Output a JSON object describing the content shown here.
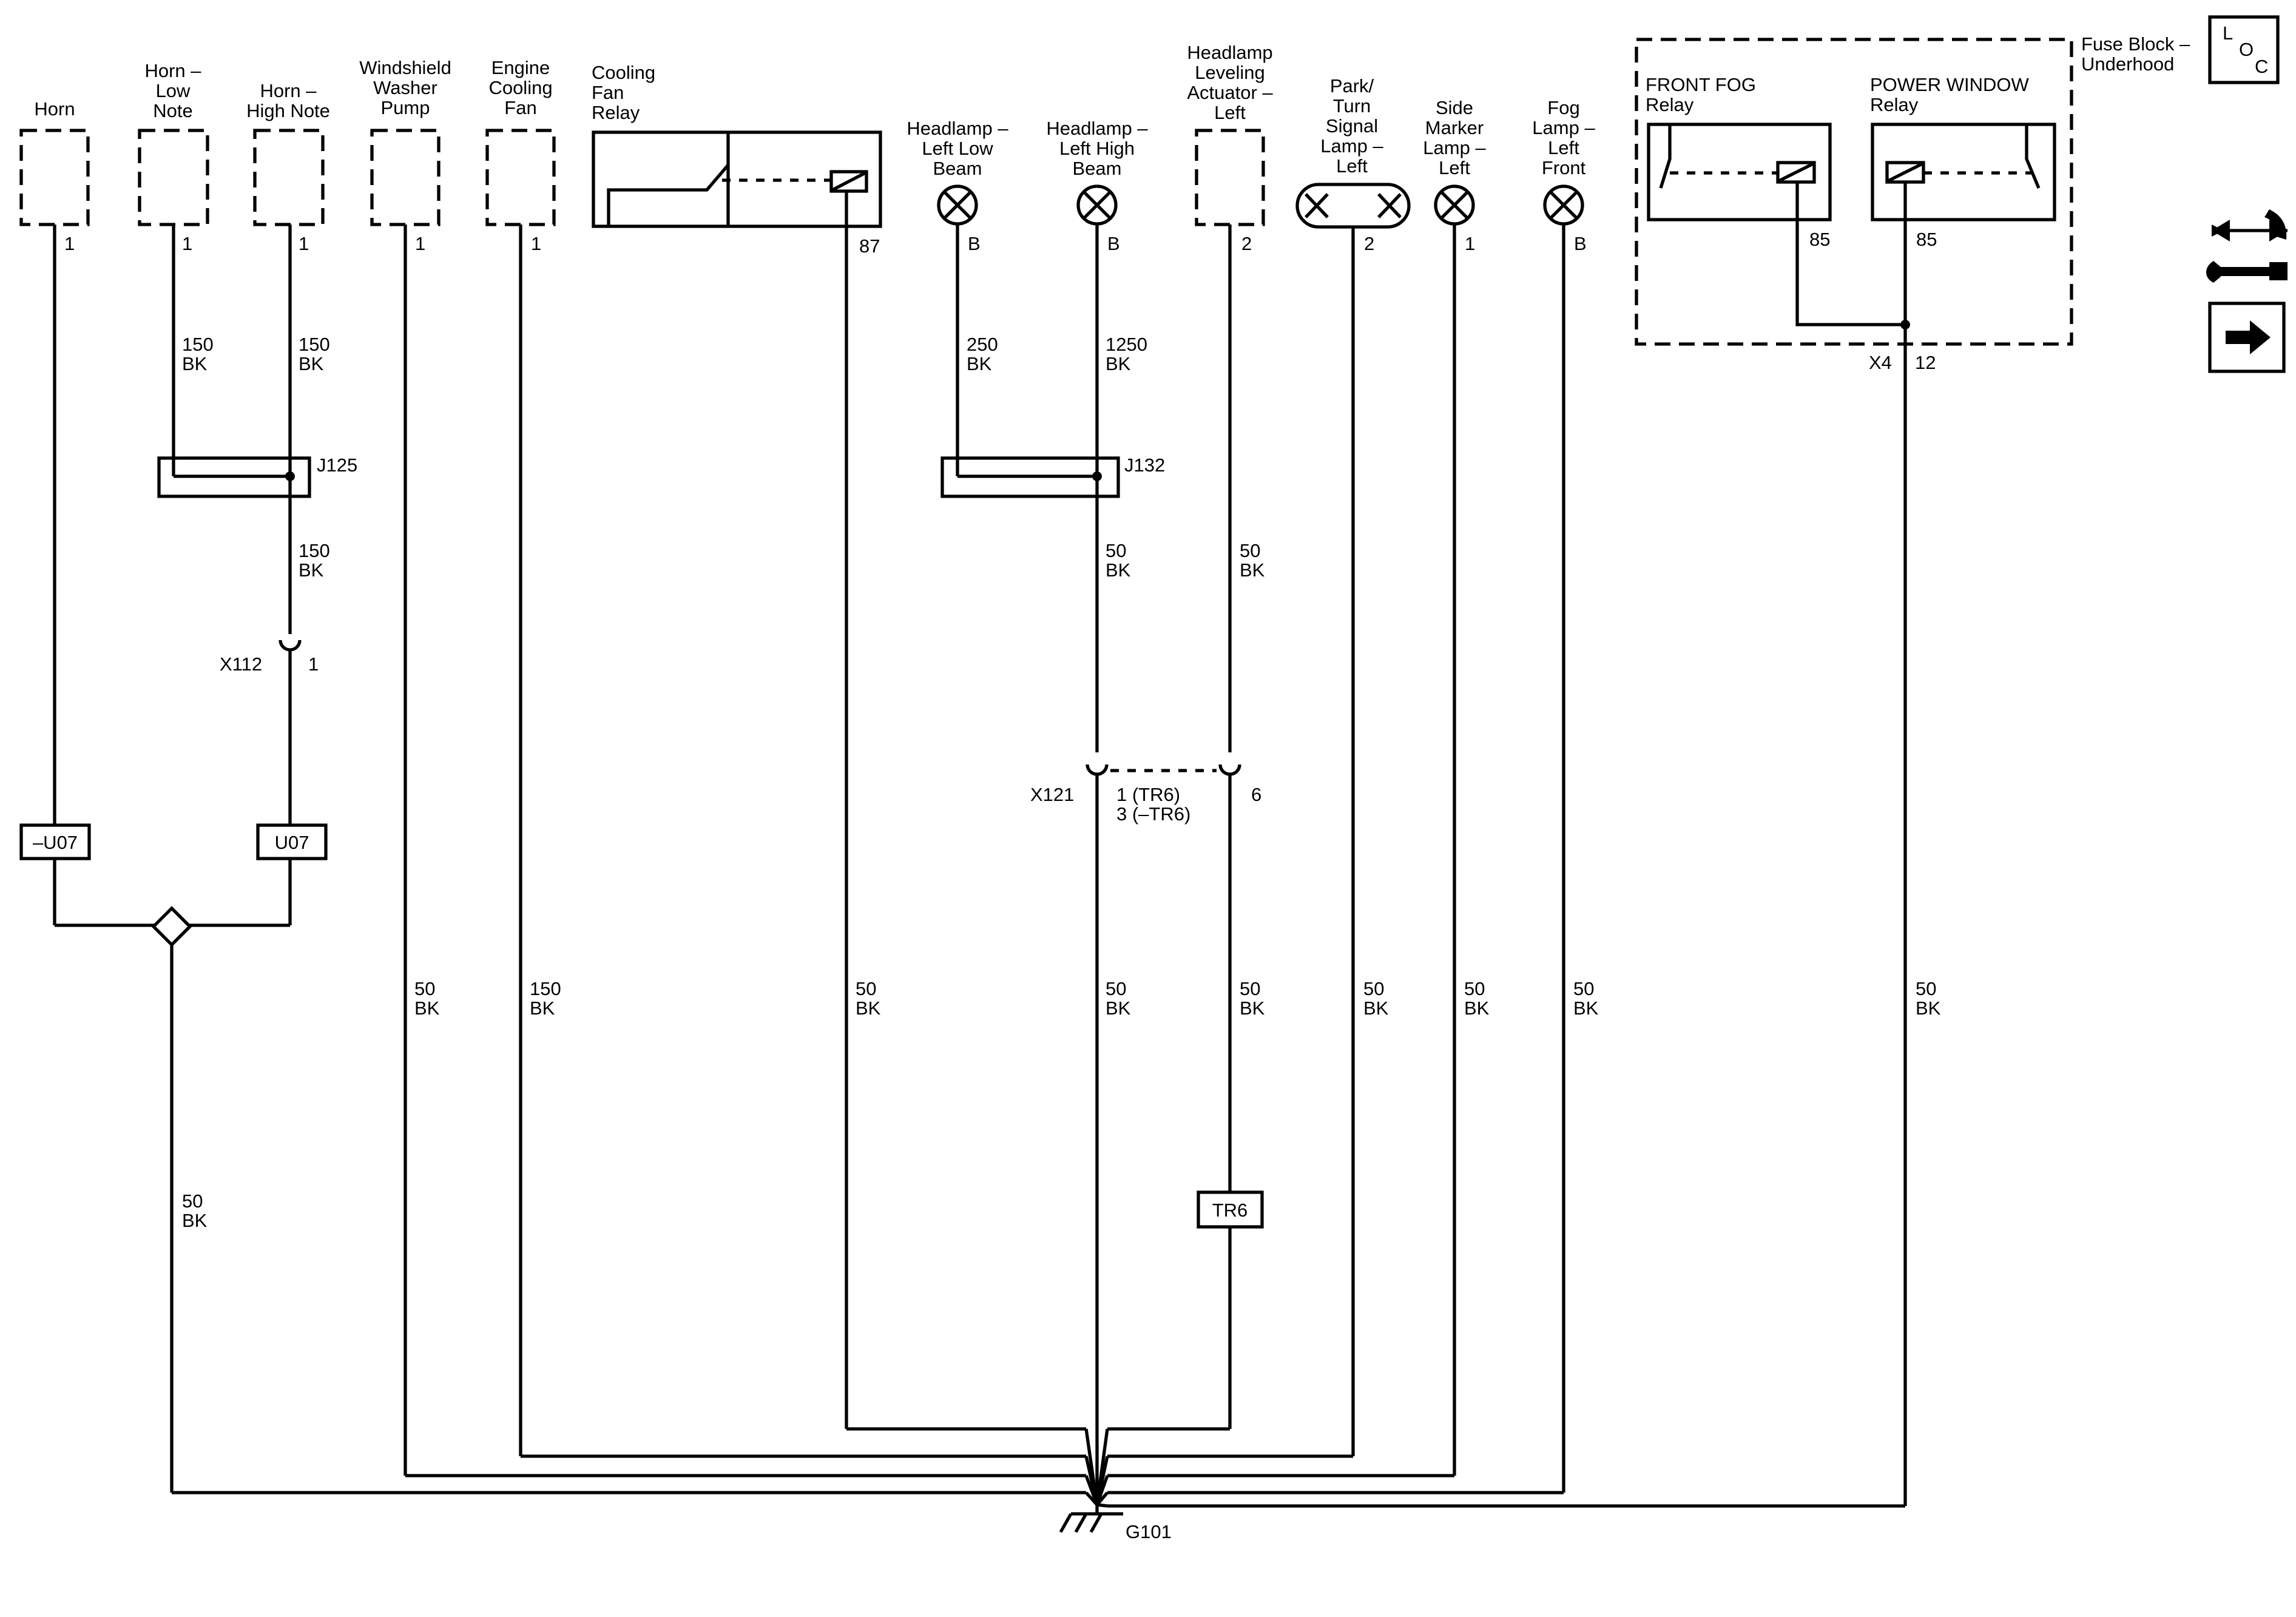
{
  "components": {
    "horn": "Horn",
    "horn_low": [
      "Horn –",
      "Low",
      "Note"
    ],
    "horn_high": [
      "Horn –",
      "High Note"
    ],
    "washer": [
      "Windshield",
      "Washer",
      "Pump"
    ],
    "cooling_fan": [
      "Engine",
      "Cooling",
      "Fan"
    ],
    "fan_relay": [
      "Cooling",
      "Fan",
      "Relay"
    ],
    "hl_low": [
      "Headlamp –",
      "Left Low",
      "Beam"
    ],
    "hl_high": [
      "Headlamp –",
      "Left High",
      "Beam"
    ],
    "leveling": [
      "Headlamp",
      "Leveling",
      "Actuator –",
      "Left"
    ],
    "park_turn": [
      "Park/",
      "Turn",
      "Signal",
      "Lamp –",
      "Left"
    ],
    "side_marker": [
      "Side",
      "Marker",
      "Lamp –",
      "Left"
    ],
    "fog_lamp": [
      "Fog",
      "Lamp –",
      "Left",
      "Front"
    ],
    "front_fog_relay": [
      "FRONT FOG",
      "Relay"
    ],
    "power_window_relay": [
      "POWER WINDOW",
      "Relay"
    ],
    "fuse_block": [
      "Fuse Block –",
      "Underhood"
    ]
  },
  "pins": {
    "horn": "1",
    "horn_low": "1",
    "horn_high": "1",
    "washer": "1",
    "cooling_fan": "1",
    "fan_relay": "87",
    "hl_low": "B",
    "hl_high": "B",
    "leveling": "2",
    "park_turn": "2",
    "side_marker": "1",
    "fog_lamp": "B",
    "front_fog_relay": "85",
    "power_window_relay": "85"
  },
  "splices": {
    "j125": "J125",
    "j132": "J132"
  },
  "connectors": {
    "x112": "X112",
    "x112_pin": "1",
    "x121": "X121",
    "x121_pin_a": "1 (TR6)",
    "x121_pin_b": "3 (–TR6)",
    "x121_pin_c": "6",
    "x4": "X4",
    "x4_pin": "12"
  },
  "options": {
    "u07_neg": "–U07",
    "u07": "U07",
    "tr6": "TR6"
  },
  "ground": "G101",
  "wires": {
    "horn_low_size": "150",
    "horn_high_size": "150",
    "j125_out_size": "150",
    "hl_low_size": "250",
    "hl_high_size": "1250",
    "j132_out_size": "50",
    "leveling_size": "50",
    "horn_common_size": "50",
    "washer_size": "50",
    "cooling_fan_size": "150",
    "fan_relay_size": "50",
    "x121_out_size": "50",
    "tr6_size": "50",
    "park_turn_size": "50",
    "side_marker_size": "50",
    "fog_lamp_size": "50",
    "x4_size": "50",
    "color": "BK"
  },
  "icons": {
    "loc": [
      "L",
      "O",
      "C"
    ],
    "service": "tool-arrows-icon",
    "next": "arrow-right-icon"
  }
}
